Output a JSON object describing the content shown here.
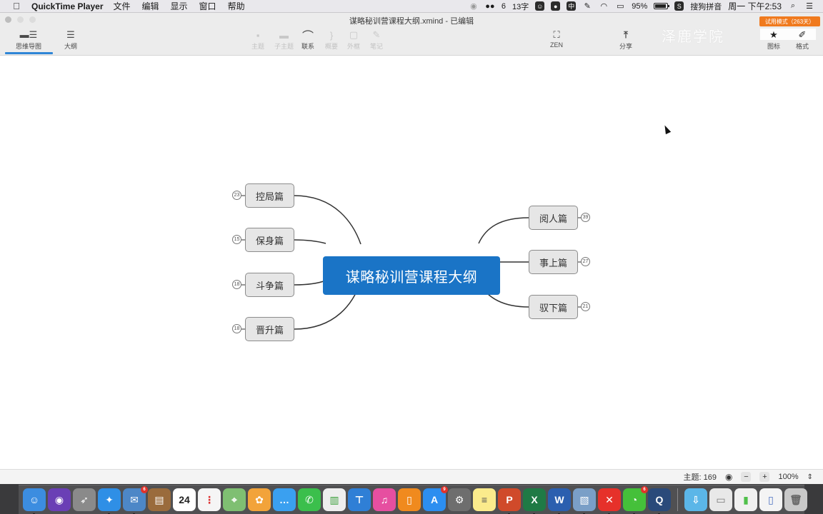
{
  "menubar": {
    "apple_icon": "apple-icon",
    "app_name": "QuickTime Player",
    "menus": [
      "文件",
      "编辑",
      "显示",
      "窗口",
      "帮助"
    ],
    "status": {
      "wechat_count": "6",
      "char_count": "13字",
      "battery": "95%",
      "input_method": "搜狗拼音",
      "clock": "周一 下午2:53"
    }
  },
  "window": {
    "title": "谋略秘训营课程大纲.xmind - 已编辑",
    "view_tabs": [
      {
        "label": "思维导图",
        "icon": "mindmap-icon",
        "active": true
      },
      {
        "label": "大纲",
        "icon": "outline-icon",
        "active": false
      }
    ],
    "toolbar": [
      {
        "label": "主题",
        "icon": "topic-icon",
        "enabled": false
      },
      {
        "label": "子主题",
        "icon": "subtopic-icon",
        "enabled": false
      },
      {
        "label": "联系",
        "icon": "relationship-icon",
        "enabled": true
      },
      {
        "label": "概要",
        "icon": "summary-icon",
        "enabled": false
      },
      {
        "label": "外框",
        "icon": "boundary-icon",
        "enabled": false
      },
      {
        "label": "笔记",
        "icon": "notes-icon",
        "enabled": false
      }
    ],
    "zen_label": "ZEN",
    "share_label": "分享",
    "icons_label": "图标",
    "format_label": "格式",
    "watermark": "泽鹿学院",
    "trial_badge": "试用模式（263天）"
  },
  "mindmap": {
    "central_topic": "谋略秘训营课程大纲",
    "central_color": "#1a74c6",
    "left_branches": [
      {
        "label": "控局篇",
        "count": "23"
      },
      {
        "label": "保身篇",
        "count": "15"
      },
      {
        "label": "斗争篇",
        "count": "18"
      },
      {
        "label": "晋升篇",
        "count": "18"
      }
    ],
    "right_branches": [
      {
        "label": "阅人篇",
        "count": "39"
      },
      {
        "label": "事上篇",
        "count": "27"
      },
      {
        "label": "驭下篇",
        "count": "21"
      }
    ]
  },
  "statusbar": {
    "topic_count": "主题: 169",
    "zoom_minus": "−",
    "zoom_plus": "+",
    "zoom_level": "100%"
  },
  "dock": {
    "apps": [
      {
        "name": "finder",
        "color": "#3c8de0",
        "glyph": "☺",
        "running": true
      },
      {
        "name": "siri",
        "color": "#6a3fb5",
        "glyph": "◉"
      },
      {
        "name": "launchpad",
        "color": "#8a8a8a",
        "glyph": "➶"
      },
      {
        "name": "safari",
        "color": "#2f8fe6",
        "glyph": "✦",
        "running": true
      },
      {
        "name": "preview-mail",
        "color": "#4d87c7",
        "glyph": "✉",
        "badge": "6",
        "running": true
      },
      {
        "name": "contacts",
        "color": "#9a6b3c",
        "glyph": "▤"
      },
      {
        "name": "calendar",
        "color": "#ffffff",
        "glyph": "24",
        "text_color": "#222"
      },
      {
        "name": "reminders",
        "color": "#f5f5f5",
        "glyph": "⋮",
        "text_color": "#d33"
      },
      {
        "name": "maps",
        "color": "#7fbf72",
        "glyph": "⌖"
      },
      {
        "name": "photos",
        "color": "#f2a33a",
        "glyph": "✿"
      },
      {
        "name": "messages",
        "color": "#3aa0f0",
        "glyph": "…"
      },
      {
        "name": "facetime",
        "color": "#3bbf4c",
        "glyph": "✆"
      },
      {
        "name": "numbers",
        "color": "#eeeeee",
        "glyph": "▥",
        "text_color": "#3a9f3a"
      },
      {
        "name": "keynote",
        "color": "#2f7fd6",
        "glyph": "⊤"
      },
      {
        "name": "itunes",
        "color": "#e64fa0",
        "glyph": "♫"
      },
      {
        "name": "ibooks",
        "color": "#f08a1e",
        "glyph": "▯"
      },
      {
        "name": "app-store",
        "color": "#2c8ef0",
        "glyph": "A",
        "badge": "9"
      },
      {
        "name": "system-preferences",
        "color": "#6e6e6e",
        "glyph": "⚙"
      },
      {
        "name": "notes",
        "color": "#fbeb8c",
        "glyph": "≡",
        "text_color": "#555"
      },
      {
        "name": "powerpoint",
        "color": "#d04a2a",
        "glyph": "P",
        "running": true
      },
      {
        "name": "excel",
        "color": "#1f7a45",
        "glyph": "X",
        "running": true
      },
      {
        "name": "word",
        "color": "#2b5faf",
        "glyph": "W",
        "running": true
      },
      {
        "name": "preview",
        "color": "#7a9fc7",
        "glyph": "▧",
        "running": true
      },
      {
        "name": "xmind",
        "color": "#e6312a",
        "glyph": "✕",
        "running": true
      },
      {
        "name": "wechat",
        "color": "#45c03a",
        "glyph": "◔",
        "badge": "6",
        "running": true
      },
      {
        "name": "quicktime",
        "color": "#2a4a7a",
        "glyph": "Q",
        "running": true
      }
    ],
    "stacks": [
      {
        "name": "downloads-folder",
        "color": "#5bb6e8",
        "glyph": "⇩"
      },
      {
        "name": "document-stack-1",
        "color": "#e8e8e8",
        "glyph": "▭",
        "text_color": "#777"
      },
      {
        "name": "document-stack-2",
        "color": "#f0f0f0",
        "glyph": "▮",
        "text_color": "#4fc04a"
      },
      {
        "name": "document-stack-3",
        "color": "#f4f4f4",
        "glyph": "▯",
        "text_color": "#4a6fc0"
      },
      {
        "name": "trash",
        "color": "#c8c8c8",
        "glyph": "🗑",
        "text_color": "#666"
      }
    ]
  }
}
